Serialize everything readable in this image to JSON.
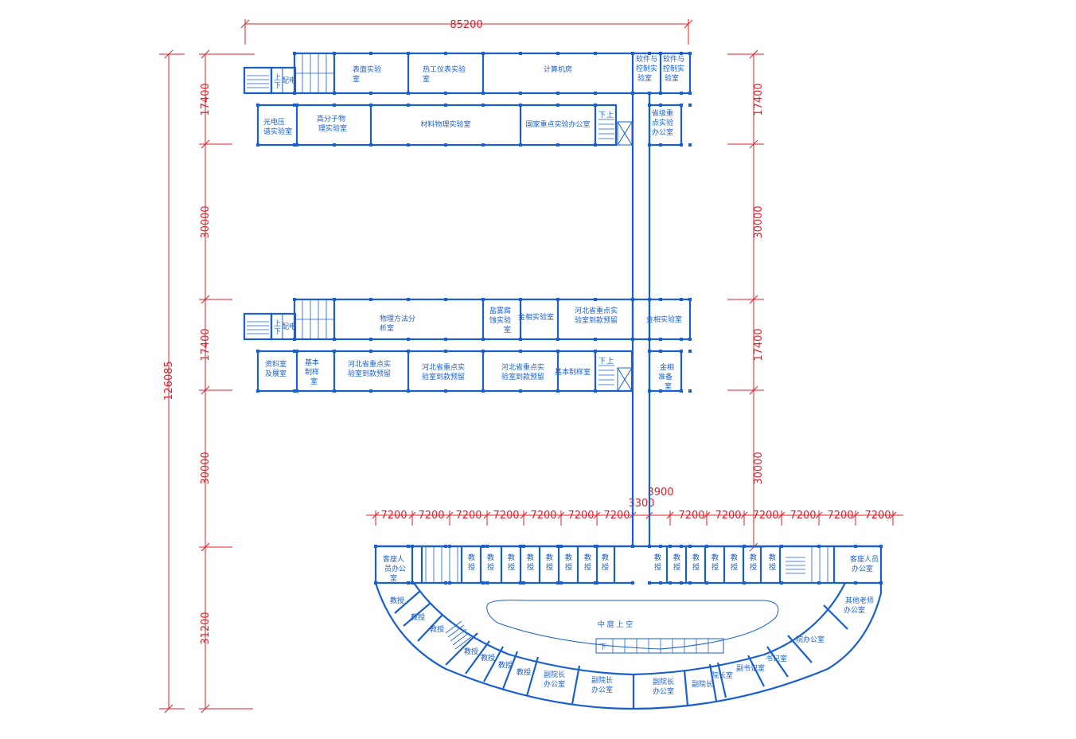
{
  "dimensions": {
    "top_width": "85200",
    "total_height": "126085",
    "left_segments": [
      "17400",
      "30000",
      "17400",
      "30000",
      "31200"
    ],
    "right_segments": [
      "17400",
      "30000",
      "17400",
      "30000"
    ],
    "bottom_bay": "7200",
    "corridor_width_a": "3900",
    "corridor_width_b": "3300"
  },
  "block1": {
    "upper": {
      "power": "配电",
      "stair_up": "上",
      "stair_down": "下",
      "surface_lab_1": "表面实验",
      "surface_lab_2": "室",
      "thermal_lab_1": "热工仪表实验",
      "thermal_lab_2": "室",
      "computer_room": "计算机房",
      "soft_lab_a_1": "软件与",
      "soft_lab_a_2": "控制实",
      "soft_lab_a_3": "验室",
      "soft_lab_b_1": "软件与",
      "soft_lab_b_2": "控制实",
      "soft_lab_b_3": "验室"
    },
    "lower": {
      "photo_lab_1": "光电压",
      "photo_lab_2": "谱实验室",
      "polymer_lab_1": "高分子物",
      "polymer_lab_2": "理实验室",
      "materials_lab": "材料物理实验室",
      "national_office": "国家重点实验办公室",
      "stair_down": "下",
      "stair_up": "上",
      "prov_office_1": "省级重",
      "prov_office_2": "点实验",
      "prov_office_3": "办公室"
    }
  },
  "block2": {
    "upper": {
      "power": "配电",
      "stair_up": "上",
      "stair_down": "下",
      "physics_lab_1": "物理方法分",
      "physics_lab_2": "析室",
      "salt_lab_1": "盐雾腐",
      "salt_lab_2": "蚀实验",
      "salt_lab_3": "室",
      "metallo_lab": "金相实验室",
      "hebei_a_1": "河北省重点实",
      "hebei_a_2": "验室到款预留",
      "metallo_lab_2": "金相实验室"
    },
    "lower": {
      "archive_1": "资料室",
      "archive_2": "及展室",
      "sample_1": "基本",
      "sample_2": "制样",
      "sample_3": "室",
      "hebei_b_1": "河北省重点实",
      "hebei_b_2": "验室到款预留",
      "hebei_c_1": "河北省重点实",
      "hebei_c_2": "验室到款预留",
      "hebei_d_1": "河北省重点实",
      "hebei_d_2": "验室到款预留",
      "sample_room": "基本制样室",
      "stair_down": "下",
      "stair_up": "上",
      "metallo_prep_1": "金相",
      "metallo_prep_2": "准备",
      "metallo_prep_3": "室"
    }
  },
  "block3": {
    "visitor_left_1": "客座人",
    "visitor_left_2": "员办公",
    "visitor_left_3": "室",
    "visitor_right_1": "客座人员",
    "visitor_right_2": "办公室",
    "prof_1": "教",
    "prof_2": "授",
    "professor": "教授",
    "other_teachers_1": "其他老师",
    "other_teachers_2": "办公室",
    "courtyard": "中 庭 上 空",
    "stair_down": "下",
    "dean_office": "院办公室",
    "secretary": "书记室",
    "vice_secretary": "副书记室",
    "dean": "院长室",
    "vice_dean_small": "副院长",
    "vice_dean_1": "副院长",
    "vice_dean_2": "办公室"
  }
}
